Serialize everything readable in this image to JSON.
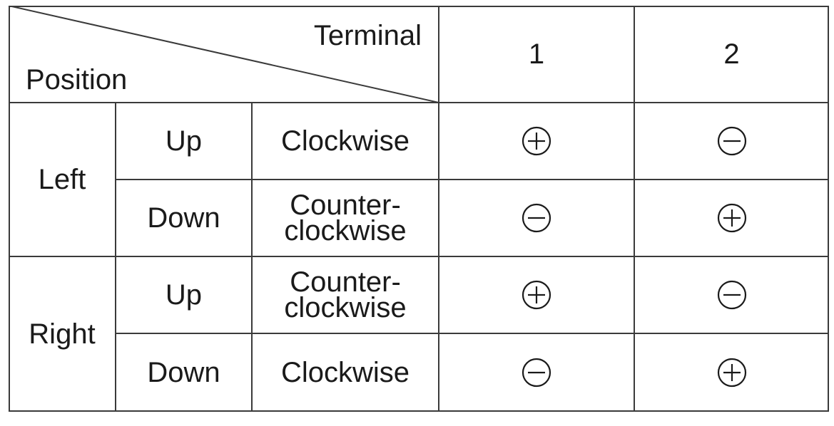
{
  "header": {
    "corner_top": "Terminal",
    "corner_bottom": "Position",
    "terminals": [
      "1",
      "2"
    ]
  },
  "groups": [
    {
      "position": "Left",
      "rows": [
        {
          "direction": "Up",
          "rotation": "Clockwise",
          "t1": "plus",
          "t2": "minus"
        },
        {
          "direction": "Down",
          "rotation": "Counter- clockwise",
          "rotation_l1": "Counter-",
          "rotation_l2": "clockwise",
          "t1": "minus",
          "t2": "plus"
        }
      ]
    },
    {
      "position": "Right",
      "rows": [
        {
          "direction": "Up",
          "rotation": "Counter- clockwise",
          "rotation_l1": "Counter-",
          "rotation_l2": "clockwise",
          "t1": "plus",
          "t2": "minus"
        },
        {
          "direction": "Down",
          "rotation": "Clockwise",
          "t1": "minus",
          "t2": "plus"
        }
      ]
    }
  ]
}
